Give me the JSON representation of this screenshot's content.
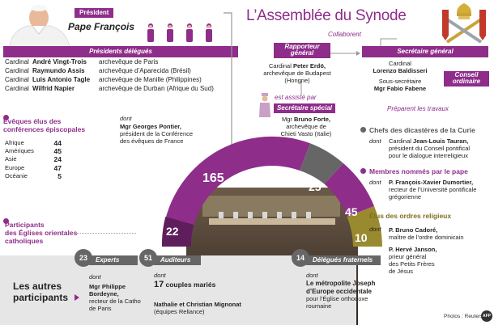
{
  "header": {
    "title": "L’Assemblée du Synode",
    "collaborent": "Collaborent"
  },
  "president": {
    "label": "Président",
    "name": "Pape François"
  },
  "delegates": {
    "label": "Présidents délégués",
    "rows": [
      {
        "title": "Cardinal",
        "name": "André Vingt-Trois",
        "role": "archevêque de Paris"
      },
      {
        "title": "Cardinal",
        "name": "Raymundo Assis",
        "role": "archevêque d’Aparecida (Brésil)"
      },
      {
        "title": "Cardinal",
        "name": "Luis Antonio Tagle",
        "role": "archevêque de Manille (Philippines)"
      },
      {
        "title": "Cardinal",
        "name": "Wilfrid Napier",
        "role": "archevêque de Durban (Afrique du Sud)"
      }
    ]
  },
  "rapporteur": {
    "label_line1": "Rapporteur",
    "label_line2": "général",
    "title": "Cardinal",
    "name": "Peter Erdö,",
    "role_line1": "archevêque de Budapest",
    "role_line2": "(Hongrie)"
  },
  "secretary_general": {
    "label": "Secrétaire général",
    "title": "Cardinal",
    "name": "Lorenzo Baldisseri",
    "sub_label": "Sous-secrétaire",
    "sub_name": "Mgr Fabio Fabene",
    "council_line1": "Conseil",
    "council_line2": "ordinaire"
  },
  "special_secretary": {
    "assisted": "est assisté par",
    "label": "Secrétaire spécial",
    "name_prefix": "Mgr",
    "name": "Bruno Forte,",
    "role_line1": "archevêque de",
    "role_line2": "Chieti Vasto (Italie)"
  },
  "preparent": "Préparent  les travaux",
  "episcopal": {
    "title_line1": "Évêques élus des",
    "title_line2": "conférences épiscopales",
    "stats": [
      {
        "region": "Afrique",
        "count": "44"
      },
      {
        "region": "Amériques",
        "count": "45"
      },
      {
        "region": "Asie",
        "count": "24"
      },
      {
        "region": "Europe",
        "count": "47"
      },
      {
        "region": "Océanie",
        "count": "5"
      }
    ],
    "dont": "dont",
    "notable_name": "Mgr Georges Pontier,",
    "notable_role_line1": "président de la Conférence",
    "notable_role_line2": "des évêques de France"
  },
  "curia": {
    "title": "Chefs des dicastères de la Curie",
    "dont": "dont",
    "name_prefix": "Cardinal",
    "name": "Jean-Louis Tauran,",
    "role_line1": "président du Conseil pontifical",
    "role_line2": "pour le dialogue interreligieux"
  },
  "pope_appointees": {
    "title": "Membres nommés par le pape",
    "dont": "dont",
    "name": "P. François-Xavier Dumortier,",
    "role_line1": "recteur de l’Université pontificale",
    "role_line2": "grégorienne"
  },
  "religious_orders": {
    "title": "Élus des ordres religieux",
    "dont": "dont",
    "p1_name": "P. Bruno Cadoré,",
    "p1_role": "maître de l’ordre dominicain",
    "p2_name": "P. Hervé Janson,",
    "p2_role_line1": "prieur général",
    "p2_role_line2": "des Petits Frères",
    "p2_role_line3": "de Jésus"
  },
  "eastern": {
    "line1": "Participants",
    "line2": "des Églises orientales",
    "line3": "catholiques"
  },
  "arc_numbers": {
    "episcopal": "165",
    "eastern": "22",
    "curia": "25",
    "pope": "45",
    "orders": "10"
  },
  "others": {
    "label_line1": "Les autres",
    "label_line2": "participants",
    "experts_count": "23",
    "experts_label": "Experts",
    "experts_dont": "dont",
    "experts_name": "Mgr Philippe",
    "experts_name2": "Bordeyne,",
    "experts_role_line1": "recteur de la Catho",
    "experts_role_line2": "de Paris",
    "auditors_count": "51",
    "auditors_label": "Auditeurs",
    "auditors_dont": "dont",
    "auditors_big": "17",
    "auditors_couples": "couples mariés",
    "auditors_name": "Nathalie et Christian Mignonat",
    "auditors_role": "(équipes Reliance)",
    "fraternal_count": "14",
    "fraternal_label": "Délégués fraternels",
    "fraternal_dont": "dont",
    "fraternal_name_line1": "Le métropolite Joseph",
    "fraternal_name_line2": "d’Europe occidentale",
    "fraternal_role_line1": "pour l’Église orthodoxe",
    "fraternal_role_line2": "roumaine"
  },
  "credit": "Photos : Reuters",
  "credit_logo": "AFP",
  "colors": {
    "purple": "#8e2d8a",
    "gray": "#666666",
    "olive": "#9a8a2f"
  }
}
